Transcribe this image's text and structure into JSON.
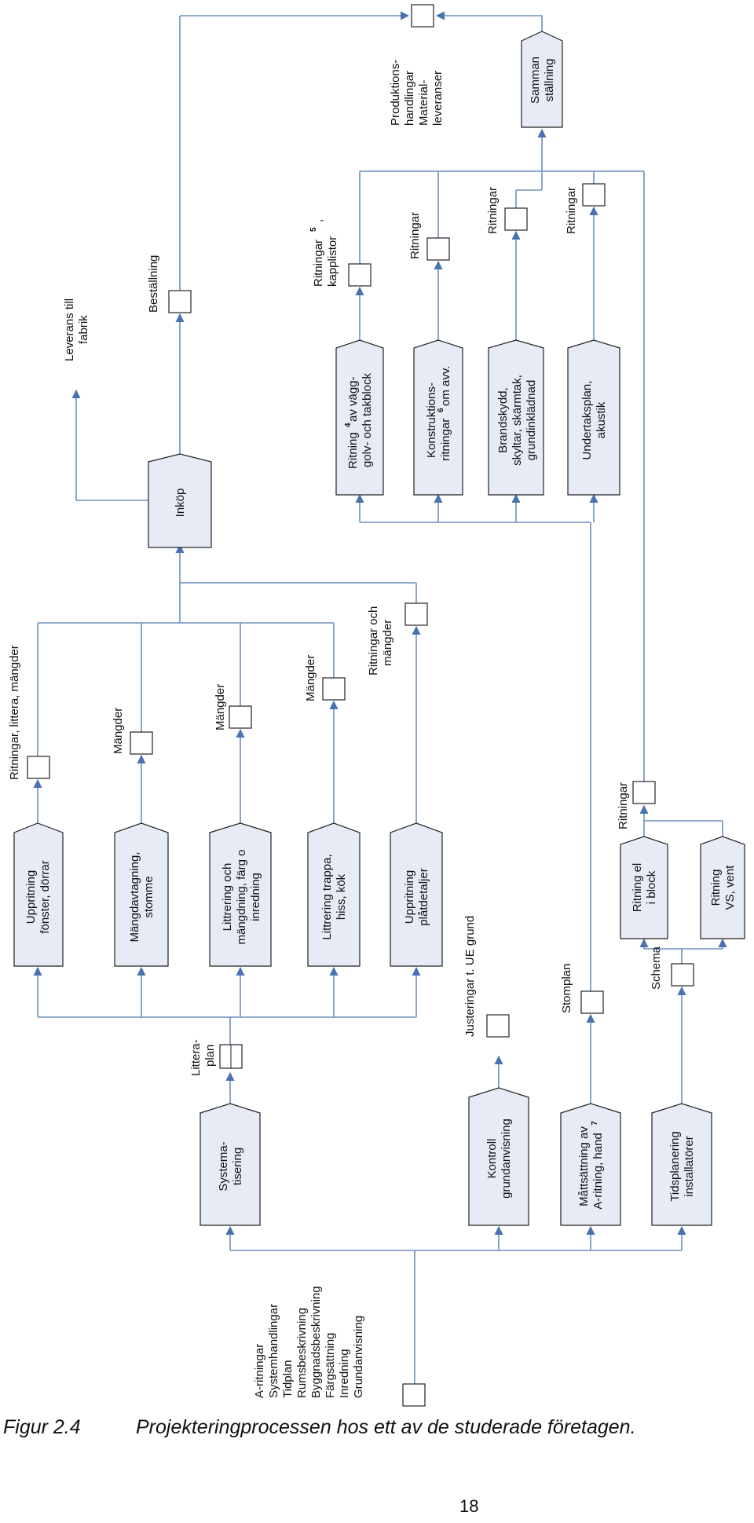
{
  "processes": {
    "systematisering": [
      "Systema-",
      "tisering"
    ],
    "kontroll": [
      "Kontroll",
      "grundanvisning"
    ],
    "mattsattning": [
      "Måttsättning av",
      "A-ritning, hand"
    ],
    "mattsattning_sup": "7",
    "tidsplanering": [
      "Tidsplanering",
      "installatörer"
    ],
    "uppritning_fonster": [
      "Uppritning",
      "fönster, dörrar"
    ],
    "mangdavtagning": [
      "Mängdavtagning,",
      "stomme"
    ],
    "littrering_mangdning": [
      "Littrering och",
      "mängdning, färg o",
      "inredning"
    ],
    "littrering_trappa": [
      "Littrering trappa,",
      "hiss, kök"
    ],
    "uppritning_platdetaljer": [
      "Uppritning",
      "plåtdetaljer"
    ],
    "ritning_el": [
      "Ritning el",
      "i block"
    ],
    "ritning_vs": [
      "Ritning",
      "VS, vent"
    ],
    "inkop": "Inköp",
    "ritning_vagg": [
      "Ritning",
      " av vägg-",
      "golv- och takblock"
    ],
    "ritning_vagg_sup": "4",
    "konstruktion": [
      "Konstruktions-",
      "ritningar",
      "om avv."
    ],
    "konstruktion_sup": "6",
    "brandskydd": [
      "Brandskydd,",
      "skyltar, skärmtak,",
      "grundinklädnad"
    ],
    "undertaksplan": [
      "Undertaksplan,",
      "akustik"
    ],
    "sammanstallning": [
      "Samman",
      "ställning"
    ]
  },
  "labels": {
    "inputs": [
      "A-ritningar",
      "Systemhandlingar",
      "Tidplan",
      "Rumsbeskrivning",
      "Byggnadsbeskrivning",
      "Färgsättning",
      "Inredning",
      "Grundanvisning"
    ],
    "litteraplan": [
      "Littera-",
      "plan"
    ],
    "justeringar": "Justeringar t. UE grund",
    "stomplan": "Stomplan",
    "schema": "Schema",
    "ritningar_el": "Ritningar",
    "ritningar_littera_mangder": "Ritningar, littera, mängder",
    "mangder_1": "Mängder",
    "mangder_2": "Mängder",
    "mangder_3": "Mängder",
    "ritningar_och_mangder": [
      "Ritningar och",
      "mängder"
    ],
    "leverans": [
      "Leverans till",
      "fabrik"
    ],
    "bestallning": "Beställning",
    "ritningar_kapplistor": [
      "Ritningar",
      ",",
      "kapplistor"
    ],
    "ritningar_kapplistor_sup": "5",
    "ritningar_konstruktion": "Ritningar",
    "ritningar_brand": "Ritningar",
    "ritningar_undertak": "Ritningar",
    "produktion": [
      "Produktions-",
      "handlingar",
      "Material-",
      "leveranser"
    ]
  },
  "caption": {
    "figure": "Figur 2.4",
    "text": "Projekteringprocessen hos ett av de studerade företagen."
  },
  "page_number": "18",
  "colors": {
    "box_fill": "#e7ebf6",
    "box_stroke": "#222222",
    "line": "#6d8fbd",
    "arrow": "#4a72b0"
  }
}
